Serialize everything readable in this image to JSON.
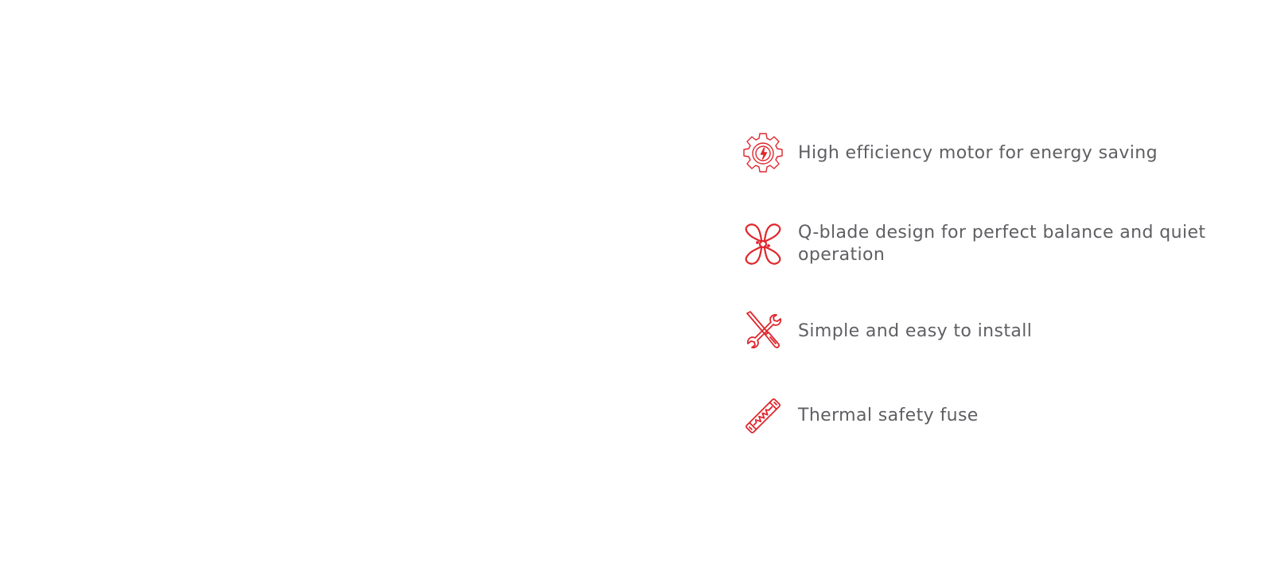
{
  "colors": {
    "accent": "#e0262d",
    "text": "#5f5f63",
    "background": "#ffffff"
  },
  "features": [
    {
      "icon": "motor-gear-icon",
      "label": "High efficiency motor for energy saving"
    },
    {
      "icon": "fan-blade-icon",
      "label": "Q-blade design for perfect balance and quiet operation"
    },
    {
      "icon": "wrench-screwdriver-icon",
      "label": "Simple and easy to install"
    },
    {
      "icon": "thermal-fuse-icon",
      "label": "Thermal safety fuse"
    }
  ]
}
